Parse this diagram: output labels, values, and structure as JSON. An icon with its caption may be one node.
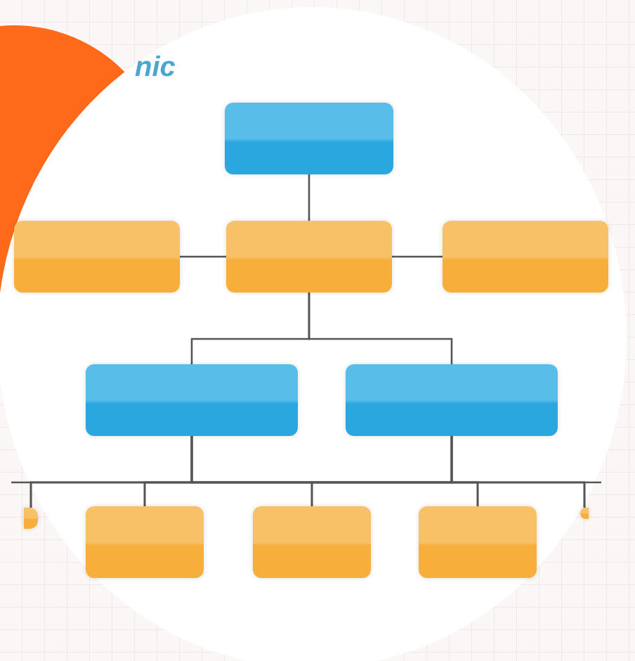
{
  "diagram": {
    "nodes": [
      {
        "text": [],
        "shape": "box"
      },
      {
        "text": [],
        "shape": "box"
      },
      {
        "text": [],
        "shape": "box"
      },
      {
        "text": [],
        "shape": "box"
      },
      {
        "text": [],
        "shape": "box"
      },
      {
        "text": [],
        "shape": "box"
      },
      {
        "text": [],
        "shape": "box"
      },
      {
        "text": [],
        "shape": "box"
      },
      {
        "text": [],
        "shape": "box"
      },
      {
        "text": [],
        "shape": "box"
      },
      {
        "text": [],
        "shape": "box"
      }
    ],
    "edges": [
      {
        "from": 0,
        "to": 2,
        "arrow": "none"
      },
      {
        "from": 2,
        "to": 1,
        "arrow": "none"
      },
      {
        "from": 2,
        "to": 3,
        "arrow": "none"
      },
      {
        "from": 2,
        "to": 4,
        "arrow": "none"
      },
      {
        "from": 2,
        "to": 5,
        "arrow": "none"
      },
      {
        "from": 4,
        "to": 6,
        "arrow": "none"
      },
      {
        "from": 4,
        "to": 7,
        "arrow": "none"
      },
      {
        "from": 4,
        "to": 8,
        "arrow": "none"
      },
      {
        "from": 4,
        "to": 9,
        "arrow": "none"
      },
      {
        "from": 4,
        "to": 10,
        "arrow": "none"
      },
      {
        "from": 5,
        "to": 6,
        "arrow": "none"
      },
      {
        "from": 5,
        "to": 7,
        "arrow": "none"
      },
      {
        "from": 5,
        "to": 8,
        "arrow": "none"
      },
      {
        "from": 5,
        "to": 9,
        "arrow": "none"
      },
      {
        "from": 5,
        "to": 10,
        "arrow": "none"
      }
    ],
    "labels": [
      "nic"
    ]
  }
}
